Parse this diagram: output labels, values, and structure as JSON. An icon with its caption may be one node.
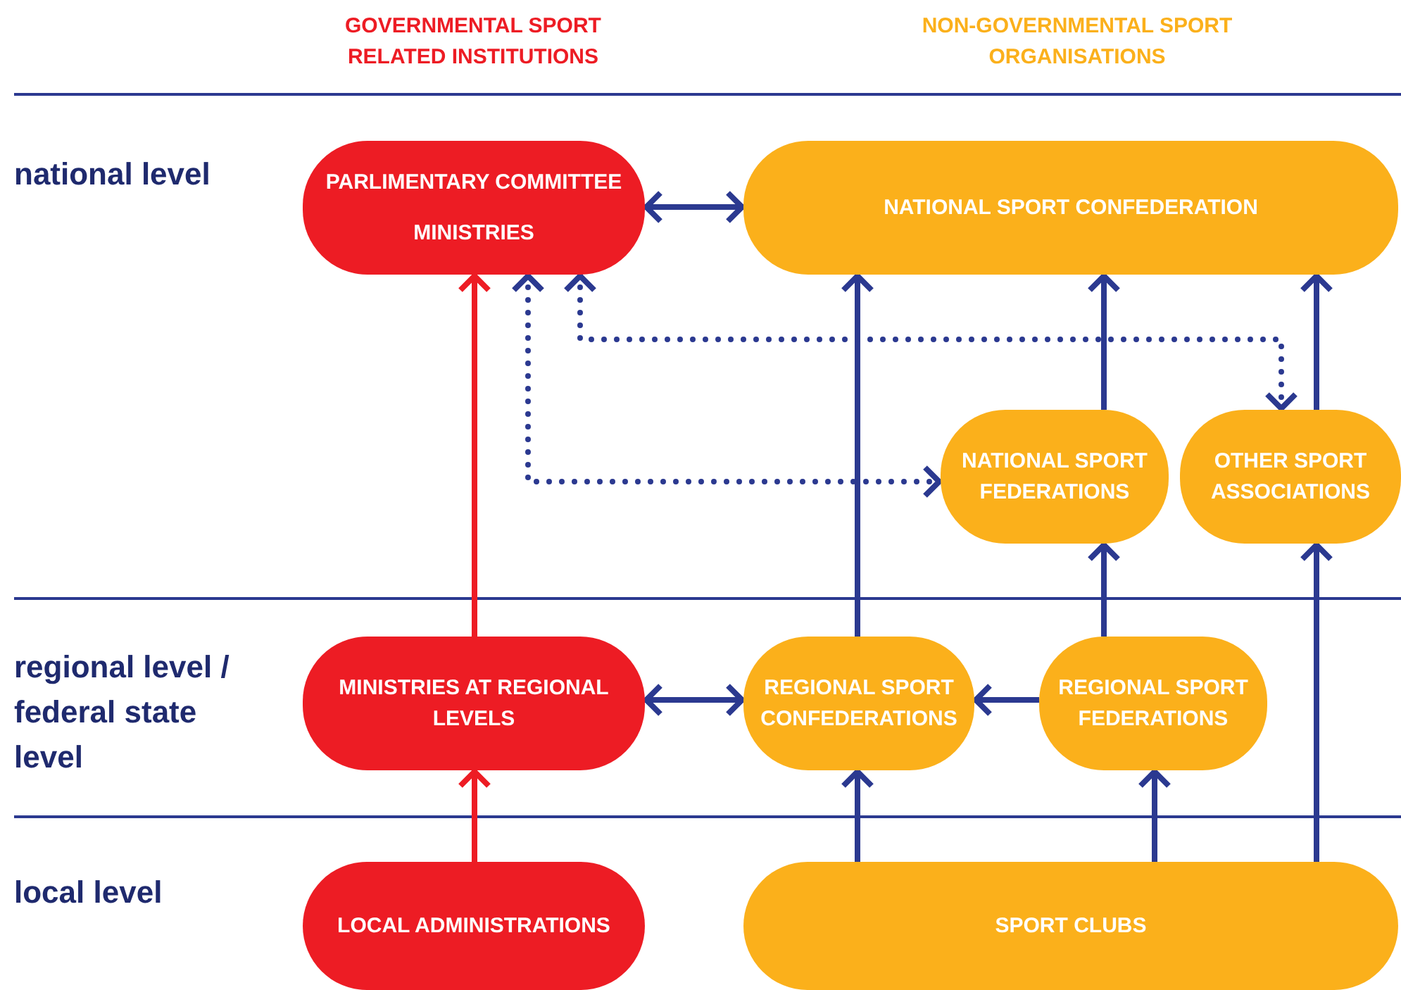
{
  "diagram": {
    "nodes": [
      {
        "text": [
          "PARLIMENTARY COMMITTEE",
          "MINISTRIES"
        ]
      },
      {
        "text": [
          "NATIONAL SPORT CONFEDERATION"
        ]
      },
      {
        "text": [
          "NATIONAL SPORT FEDERATIONS"
        ]
      },
      {
        "text": [
          "OTHER SPORT ASSOCIATIONS"
        ]
      },
      {
        "text": [
          "MINISTRIES AT REGIONAL LEVELS"
        ]
      },
      {
        "text": [
          "REGIONAL SPORT CONFEDERATIONS"
        ]
      },
      {
        "text": [
          "REGIONAL SPORT FEDERATIONS"
        ]
      },
      {
        "text": [
          "LOCAL ADMINISTRATIONS"
        ]
      },
      {
        "text": [
          "SPORT CLUBS"
        ]
      }
    ],
    "edges": [
      {
        "from": 0,
        "to": 1,
        "arrow": "both"
      },
      {
        "from": 4,
        "to": 0,
        "arrow": "to",
        "color": "#ed1c24"
      },
      {
        "from": 5,
        "to": 1,
        "arrow": "to"
      },
      {
        "from": 2,
        "to": 1,
        "arrow": "to"
      },
      {
        "from": 3,
        "to": 1,
        "arrow": "to"
      },
      {
        "from": 0,
        "to": 2,
        "arrow": "both",
        "style": "dashed"
      },
      {
        "from": 0,
        "to": 3,
        "arrow": "both",
        "style": "dashed"
      },
      {
        "from": 6,
        "to": 2,
        "arrow": "to"
      },
      {
        "from": 8,
        "to": 3,
        "arrow": "to"
      },
      {
        "from": 4,
        "to": 5,
        "arrow": "both"
      },
      {
        "from": 6,
        "to": 5,
        "arrow": "to"
      },
      {
        "from": 7,
        "to": 4,
        "arrow": "to",
        "color": "#ed1c24"
      },
      {
        "from": 8,
        "to": 5,
        "arrow": "to"
      },
      {
        "from": 8,
        "to": 6,
        "arrow": "to"
      }
    ],
    "labels": [
      "GOVERNMENTAL SPORT RELATED INSTITUTIONS",
      "NON-GOVERNMENTAL SPORT ORGANISATIONS",
      "national level",
      "regional level / federal state level",
      "local level"
    ]
  }
}
